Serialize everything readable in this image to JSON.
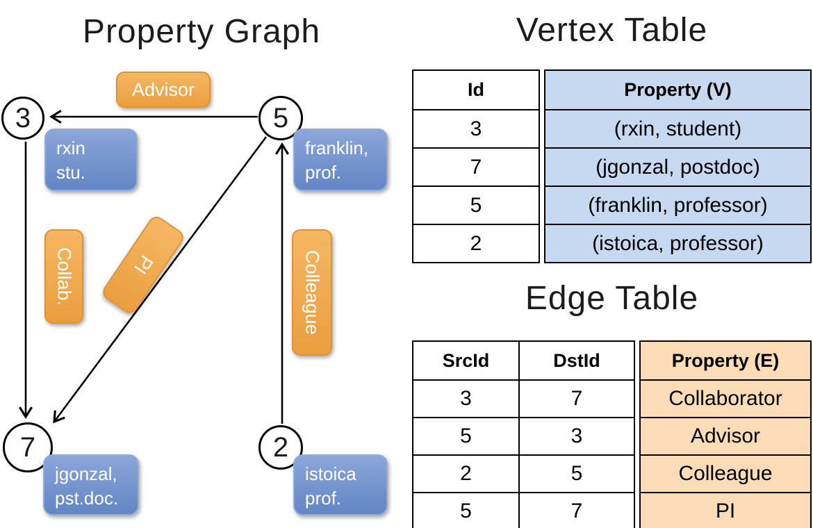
{
  "graph": {
    "title": "Property Graph",
    "nodes": [
      {
        "id": "3",
        "property": "rxin\nstu."
      },
      {
        "id": "5",
        "property": "franklin,\nprof."
      },
      {
        "id": "7",
        "property": "jgonzal,\npst.doc."
      },
      {
        "id": "2",
        "property": "istoica\nprof."
      }
    ],
    "edges": [
      {
        "label": "Advisor",
        "src": "5",
        "dst": "3"
      },
      {
        "label": "Collab.",
        "src": "3",
        "dst": "7"
      },
      {
        "label": "PI",
        "src": "5",
        "dst": "7"
      },
      {
        "label": "Colleague",
        "src": "2",
        "dst": "5"
      }
    ]
  },
  "vertex_table": {
    "title": "Vertex Table",
    "headers": {
      "id": "Id",
      "property": "Property (V)"
    },
    "rows": [
      {
        "id": "3",
        "property": "(rxin, student)"
      },
      {
        "id": "7",
        "property": "(jgonzal, postdoc)"
      },
      {
        "id": "5",
        "property": "(franklin, professor)"
      },
      {
        "id": "2",
        "property": "(istoica, professor)"
      }
    ]
  },
  "edge_table": {
    "title": "Edge Table",
    "headers": {
      "src": "SrcId",
      "dst": "DstId",
      "property": "Property (E)"
    },
    "rows": [
      {
        "src": "3",
        "dst": "7",
        "property": "Collaborator"
      },
      {
        "src": "5",
        "dst": "3",
        "property": "Advisor"
      },
      {
        "src": "2",
        "dst": "5",
        "property": "Colleague"
      },
      {
        "src": "5",
        "dst": "7",
        "property": "PI"
      }
    ]
  },
  "colors": {
    "vertex_box_fill": "#7191cc",
    "edge_box_fill": "#f0a953",
    "vertex_table_cell_bg": "#c7d9f1",
    "edge_table_cell_bg": "#fbdcb6",
    "line_color": "#000000"
  }
}
